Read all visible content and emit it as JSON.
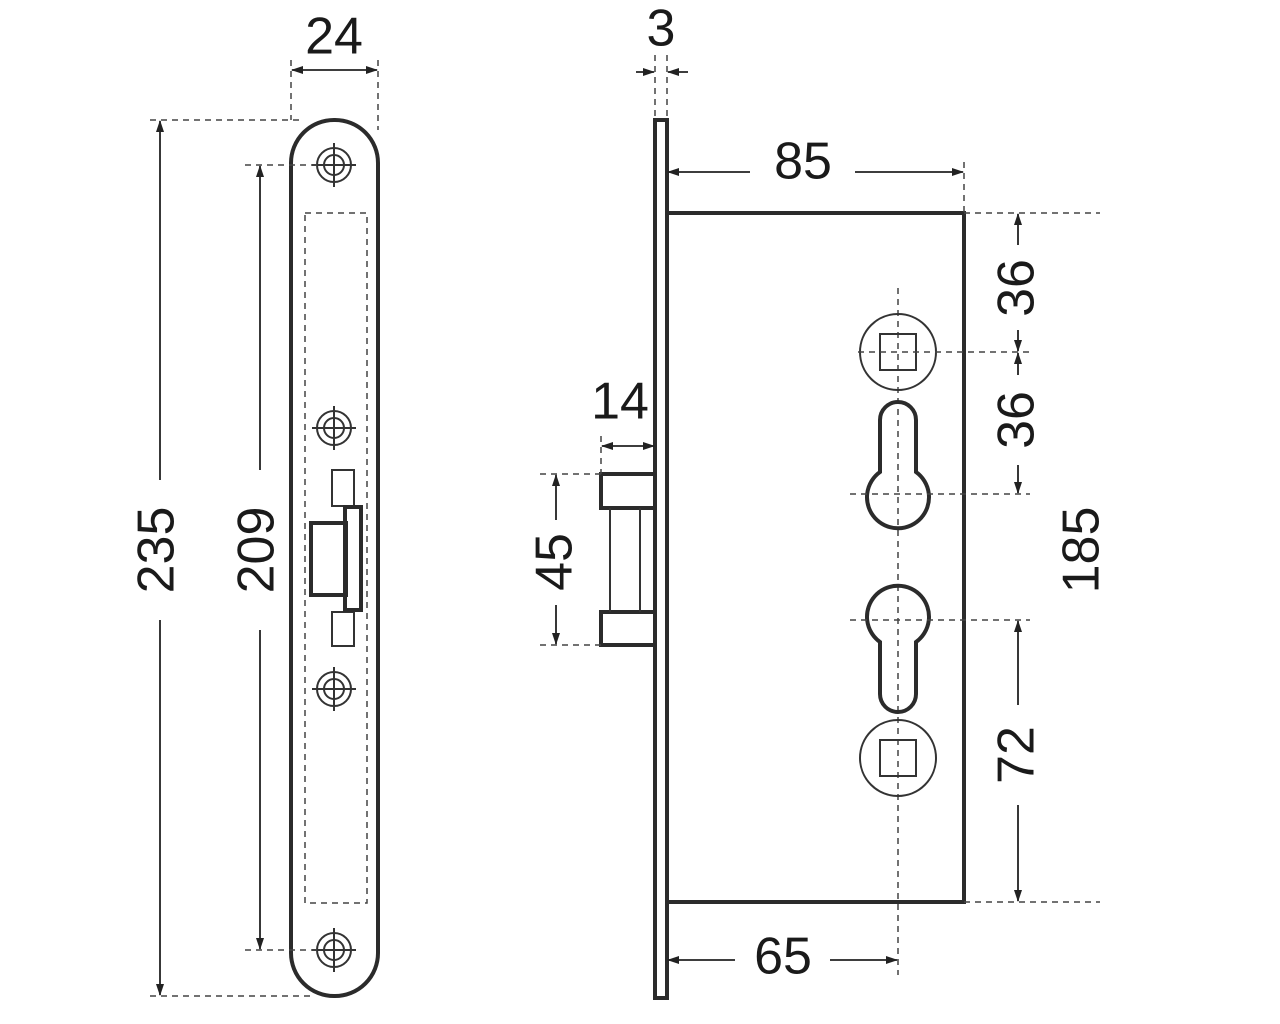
{
  "drawing": {
    "title": "Mortise lock dimensions",
    "faceplate_view": {
      "width_label": "24",
      "overall_height_label": "235",
      "screw_spacing_label": "209"
    },
    "side_view": {
      "plate_thickness_label": "3",
      "body_depth_label": "85",
      "latch_projection_label": "14",
      "latch_height_label": "45",
      "top_to_spindle_label": "36",
      "spindle_to_key_label": "36",
      "body_height_label": "185",
      "cylinder_to_bottom_label": "72",
      "backset_label": "65"
    },
    "colors": {
      "line": "#2b2b2b",
      "background": "#ffffff"
    }
  }
}
